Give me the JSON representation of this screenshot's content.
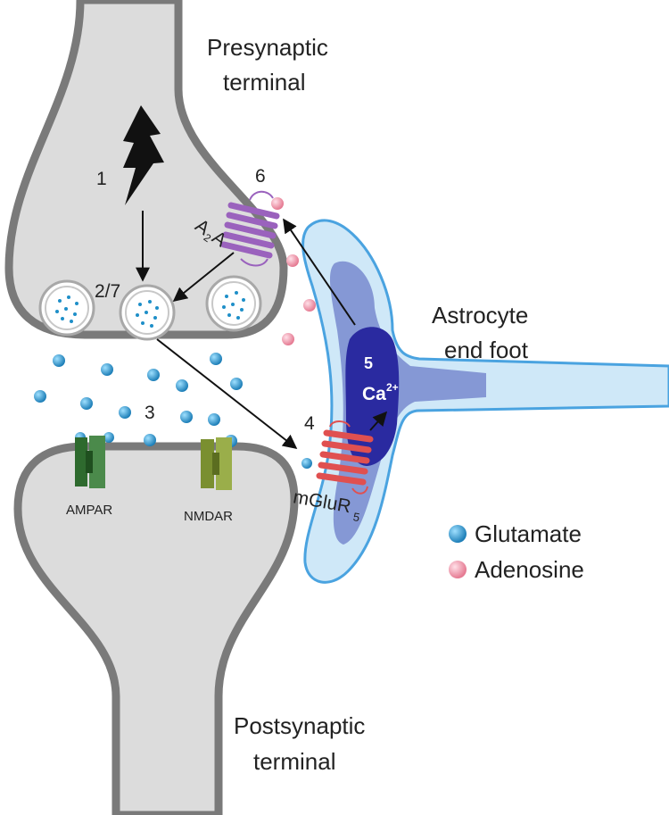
{
  "labels": {
    "presynaptic_line1": "Presynaptic",
    "presynaptic_line2": "terminal",
    "postsynaptic_line1": "Postsynaptic",
    "postsynaptic_line2": "terminal",
    "astrocyte_line1": "Astrocyte",
    "astrocyte_line2": "end foot",
    "ampar": "AMPAR",
    "nmdar": "NMDAR",
    "a2a_main": "A",
    "a2a_sub": "2",
    "a2a_end": "A",
    "mglur_main": "mGluR",
    "mglur_sub": "5",
    "calcium_main": "Ca",
    "calcium_sup": "2+"
  },
  "steps": {
    "step1": "1",
    "step27": "2/7",
    "step3": "3",
    "step4": "4",
    "step5": "5",
    "step6": "6"
  },
  "legend": {
    "glutamate": "Glutamate",
    "adenosine": "Adenosine"
  },
  "colors": {
    "neuron_fill": "#dcdcdc",
    "neuron_stroke": "#7a7a7a",
    "astro_fill": "#cfe8f8",
    "astro_stroke": "#4aa3e0",
    "astro_inner": "#6f84c8",
    "calcium_core": "#2a2aa0",
    "glutamate": "#1e8fc8",
    "adenosine": "#f08aa0",
    "a2a": "#a070c0",
    "mglur": "#e05050",
    "ampar": "#3c7a3c",
    "nmdar": "#8aa040"
  },
  "icons": {
    "stimulus": "lightning-bolt-icon"
  }
}
